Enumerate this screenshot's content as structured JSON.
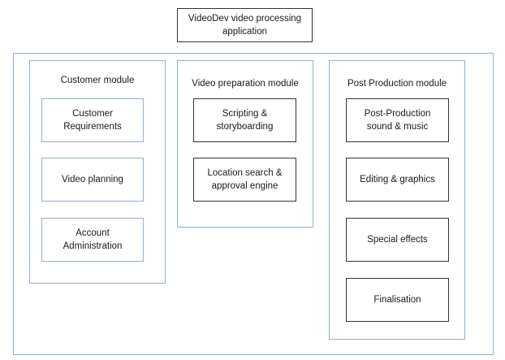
{
  "app_title": "VideoDev video processing\napplication",
  "modules": {
    "customer": {
      "title": "Customer module",
      "items": [
        "Customer\nRequirements",
        "Video planning",
        "Account\nAdministration"
      ]
    },
    "video_preparation": {
      "title": "Video preparation module",
      "items": [
        "Scripting &\nstoryboarding",
        "Location search &\napproval engine"
      ]
    },
    "post_production": {
      "title": "Post Production module",
      "items": [
        "Post-Production\nsound & music",
        "Editing & graphics",
        "Special effects",
        "Finalisation"
      ]
    }
  },
  "colors": {
    "module_border": "#8fb0d3",
    "component_border_dark": "#333333",
    "component_border_light": "#8fb0d3"
  }
}
